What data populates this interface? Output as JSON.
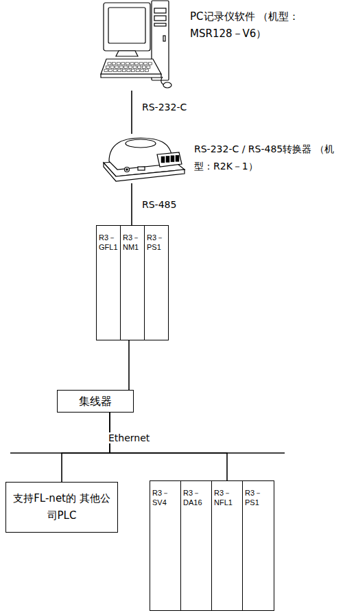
{
  "diagram": {
    "nodes": [
      {
        "text": [
          "PC记录仪软件 （机型：MSR128－V6）"
        ]
      },
      {
        "text": [
          "RS-232-C / RS-485转换器 （机型：R2K－1）"
        ]
      },
      {
        "text": [
          "R3－ GFL1"
        ]
      },
      {
        "text": [
          "R3－ NM1"
        ]
      },
      {
        "text": [
          "R3－ PS1"
        ]
      },
      {
        "text": [
          "集线器"
        ]
      },
      {
        "text": [
          "支持FL-net的 其他公司PLC"
        ]
      },
      {
        "text": [
          "R3－ SV4"
        ]
      },
      {
        "text": [
          "R3－ DA16"
        ]
      },
      {
        "text": [
          "R3－ NFL1"
        ]
      },
      {
        "text": [
          "R3－ PS1"
        ]
      }
    ],
    "edges": [
      {
        "from": 0,
        "to": 1,
        "arrow": "none",
        "label": "RS-232-C"
      },
      {
        "from": 1,
        "to": 3,
        "arrow": "none",
        "label": "RS-485"
      },
      {
        "from": 3,
        "to": 5,
        "arrow": "none"
      },
      {
        "from": 5,
        "to": 6,
        "arrow": "none"
      },
      {
        "from": 5,
        "to": 9,
        "arrow": "none"
      }
    ],
    "labels": [
      "Ethernet"
    ]
  }
}
